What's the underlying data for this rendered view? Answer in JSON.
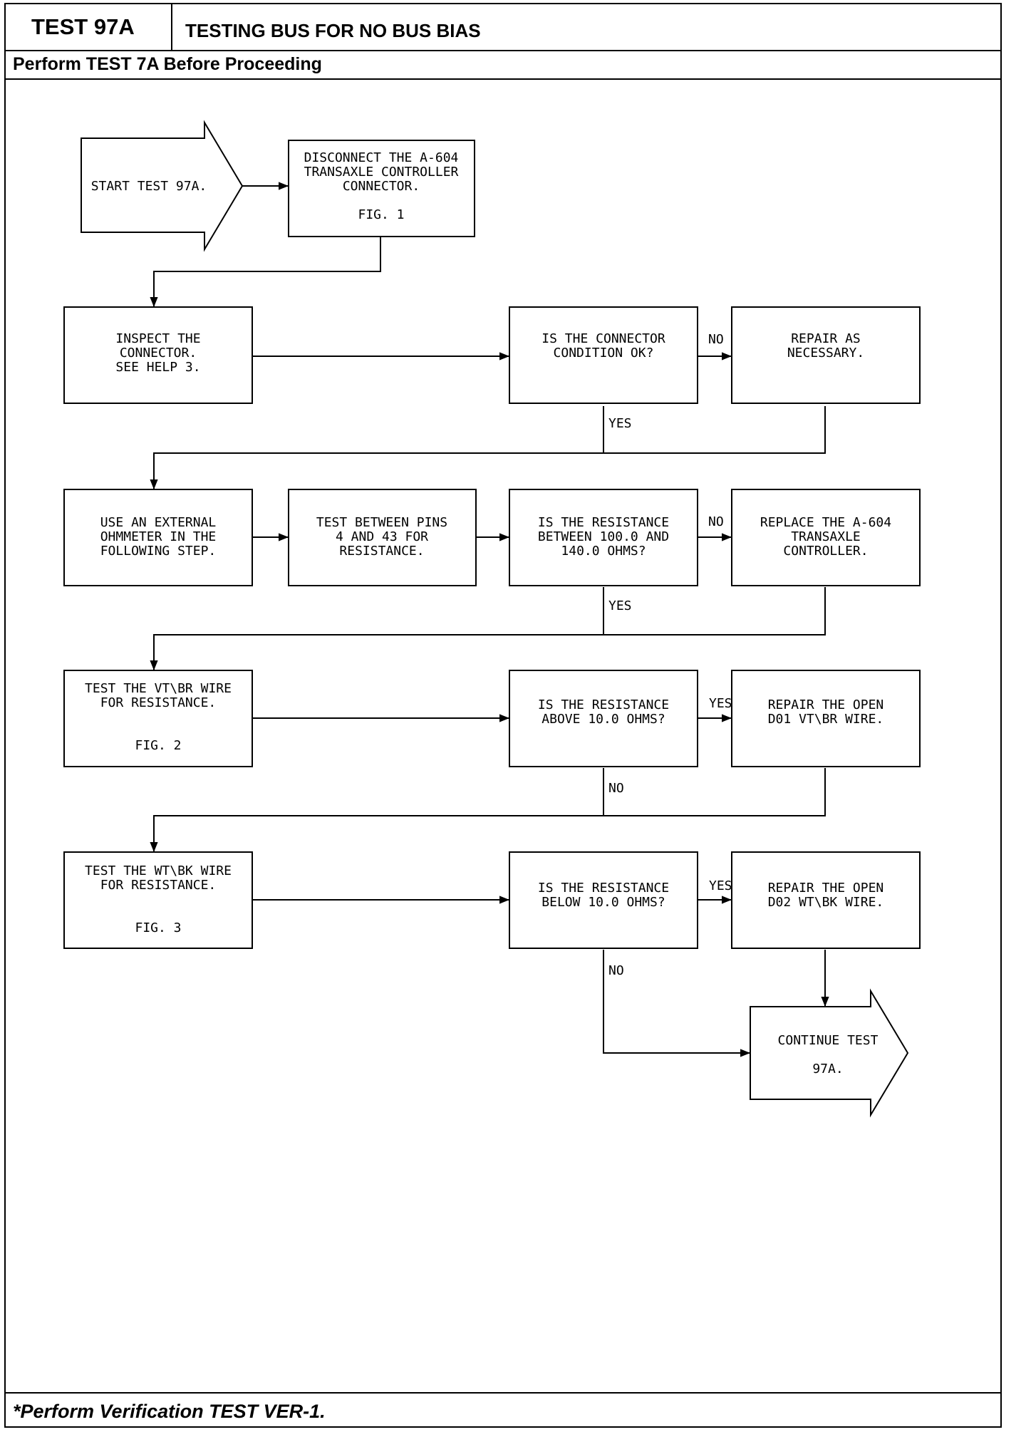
{
  "header": {
    "test_id": "TEST 97A",
    "title": "TESTING BUS FOR NO BUS BIAS",
    "subtitle": "Perform TEST 7A Before Proceeding"
  },
  "footer": {
    "note": "*Perform Verification TEST VER-1."
  },
  "nodes": {
    "start": [
      "START TEST 97A."
    ],
    "disconnect": [
      "DISCONNECT THE A-604",
      "TRANSAXLE CONTROLLER",
      "CONNECTOR.",
      "",
      "FIG. 1"
    ],
    "inspect": [
      "INSPECT THE",
      "CONNECTOR.",
      "SEE HELP 3."
    ],
    "connector_ok": [
      "IS THE CONNECTOR",
      "CONDITION OK?"
    ],
    "repair": [
      "REPAIR AS",
      "NECESSARY."
    ],
    "ohmmeter": [
      "USE AN EXTERNAL",
      "OHMMETER IN THE",
      "FOLLOWING STEP."
    ],
    "test_pins": [
      "TEST BETWEEN PINS",
      "4 AND 43 FOR",
      "RESISTANCE."
    ],
    "resistance_range": [
      "IS THE RESISTANCE",
      "BETWEEN 100.0 AND",
      "140.0 OHMS?"
    ],
    "replace_controller": [
      "REPLACE THE A-604",
      "TRANSAXLE",
      "CONTROLLER."
    ],
    "test_vt_br": [
      "TEST THE VT\\BR WIRE",
      "FOR RESISTANCE.",
      "",
      "",
      "FIG. 2"
    ],
    "resistance_above": [
      "IS THE RESISTANCE",
      "ABOVE 10.0 OHMS?"
    ],
    "repair_d01": [
      "REPAIR THE OPEN",
      "D01 VT\\BR WIRE."
    ],
    "test_wt_bk": [
      "TEST THE WT\\BK WIRE",
      "FOR RESISTANCE.",
      "",
      "",
      "FIG. 3"
    ],
    "resistance_below": [
      "IS THE RESISTANCE",
      "BELOW 10.0 OHMS?"
    ],
    "repair_d02": [
      "REPAIR THE OPEN",
      "D02 WT\\BK WIRE."
    ],
    "continue": [
      "CONTINUE TEST",
      "",
      "97A."
    ]
  },
  "edge_labels": {
    "no": "NO",
    "yes": "YES"
  }
}
